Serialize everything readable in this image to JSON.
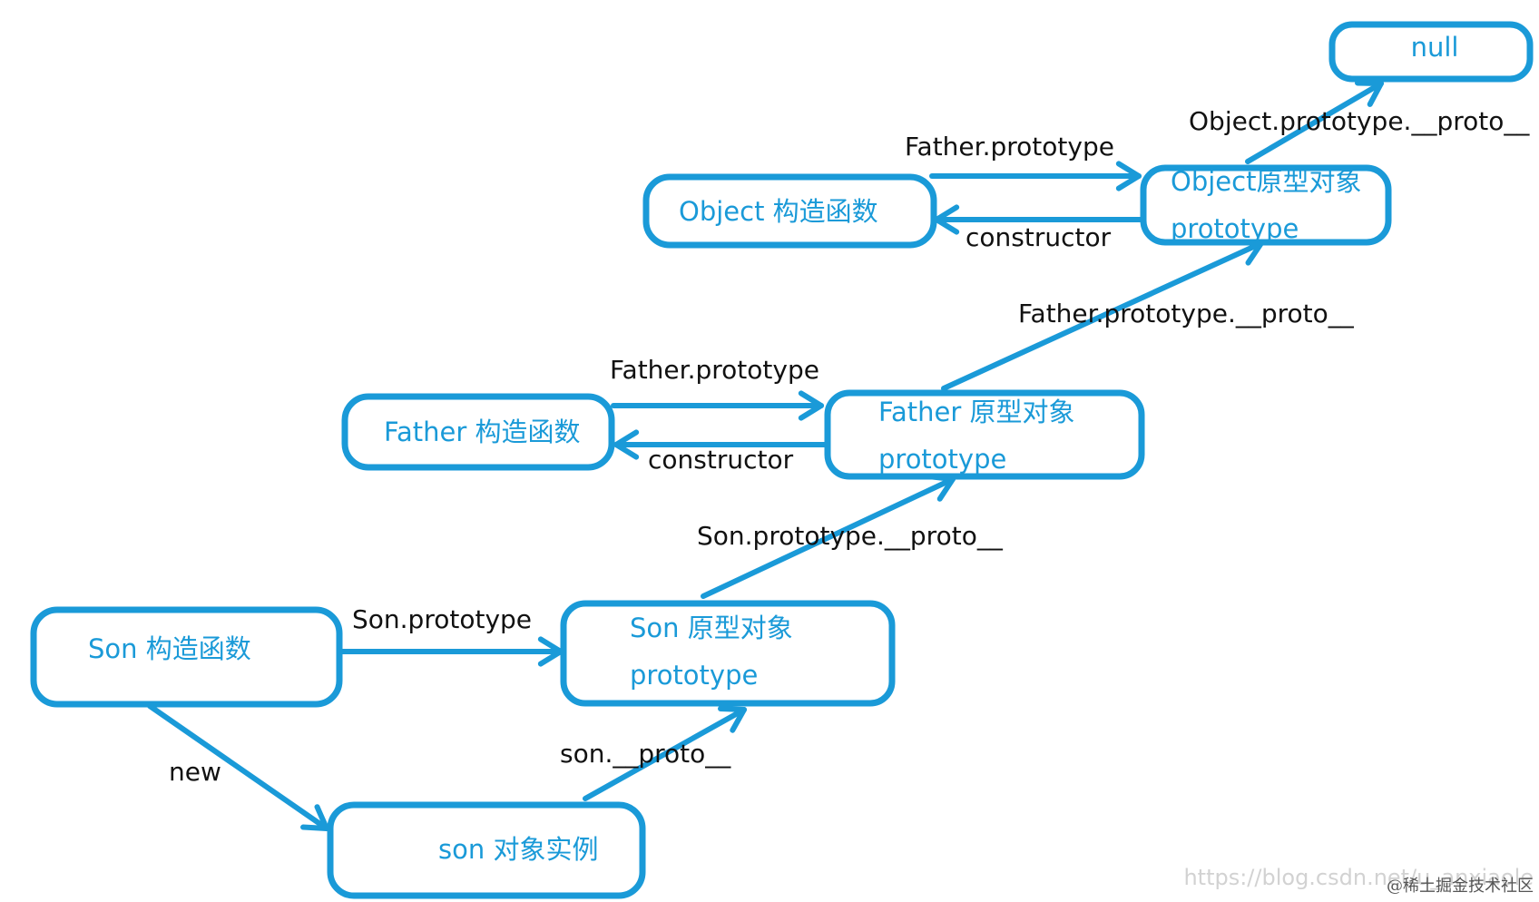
{
  "diagram": {
    "nodes": [
      {
        "id": "null",
        "lines": [
          "null"
        ]
      },
      {
        "id": "object-constructor",
        "lines": [
          "Object 构造函数"
        ]
      },
      {
        "id": "object-prototype",
        "lines": [
          "Object原型对象",
          "prototype"
        ]
      },
      {
        "id": "father-constructor",
        "lines": [
          "Father 构造函数"
        ]
      },
      {
        "id": "father-prototype",
        "lines": [
          "Father 原型对象",
          "prototype"
        ]
      },
      {
        "id": "son-constructor",
        "lines": [
          "Son 构造函数"
        ]
      },
      {
        "id": "son-prototype",
        "lines": [
          "Son 原型对象",
          "prototype"
        ]
      },
      {
        "id": "son-instance",
        "lines": [
          "son 对象实例"
        ]
      }
    ],
    "edges": [
      {
        "id": "object-proto-to-null",
        "from": "object-prototype",
        "to": "null",
        "label": "Object.prototype.__proto__"
      },
      {
        "id": "object-ctor-to-proto",
        "from": "object-constructor",
        "to": "object-prototype",
        "label": "Father.prototype"
      },
      {
        "id": "object-proto-to-ctor",
        "from": "object-prototype",
        "to": "object-constructor",
        "label": "constructor"
      },
      {
        "id": "father-proto-to-object-proto",
        "from": "father-prototype",
        "to": "object-prototype",
        "label": "Father.prototype.__proto__"
      },
      {
        "id": "father-ctor-to-proto",
        "from": "father-constructor",
        "to": "father-prototype",
        "label": "Father.prototype"
      },
      {
        "id": "father-proto-to-ctor",
        "from": "father-prototype",
        "to": "father-constructor",
        "label": "constructor"
      },
      {
        "id": "son-proto-to-father-proto",
        "from": "son-prototype",
        "to": "father-prototype",
        "label": "Son.prototype.__proto__"
      },
      {
        "id": "son-ctor-to-proto",
        "from": "son-constructor",
        "to": "son-prototype",
        "label": "Son.prototype"
      },
      {
        "id": "son-ctor-to-instance",
        "from": "son-constructor",
        "to": "son-instance",
        "label": "new"
      },
      {
        "id": "son-instance-to-proto",
        "from": "son-instance",
        "to": "son-prototype",
        "label": "son.__proto__"
      }
    ]
  },
  "watermark": {
    "url": "https://blog.csdn.net/u_anxiaole",
    "brand": "@稀土掘金技术社区"
  },
  "colors": {
    "accent": "#1a9ad8",
    "label": "#111111"
  }
}
